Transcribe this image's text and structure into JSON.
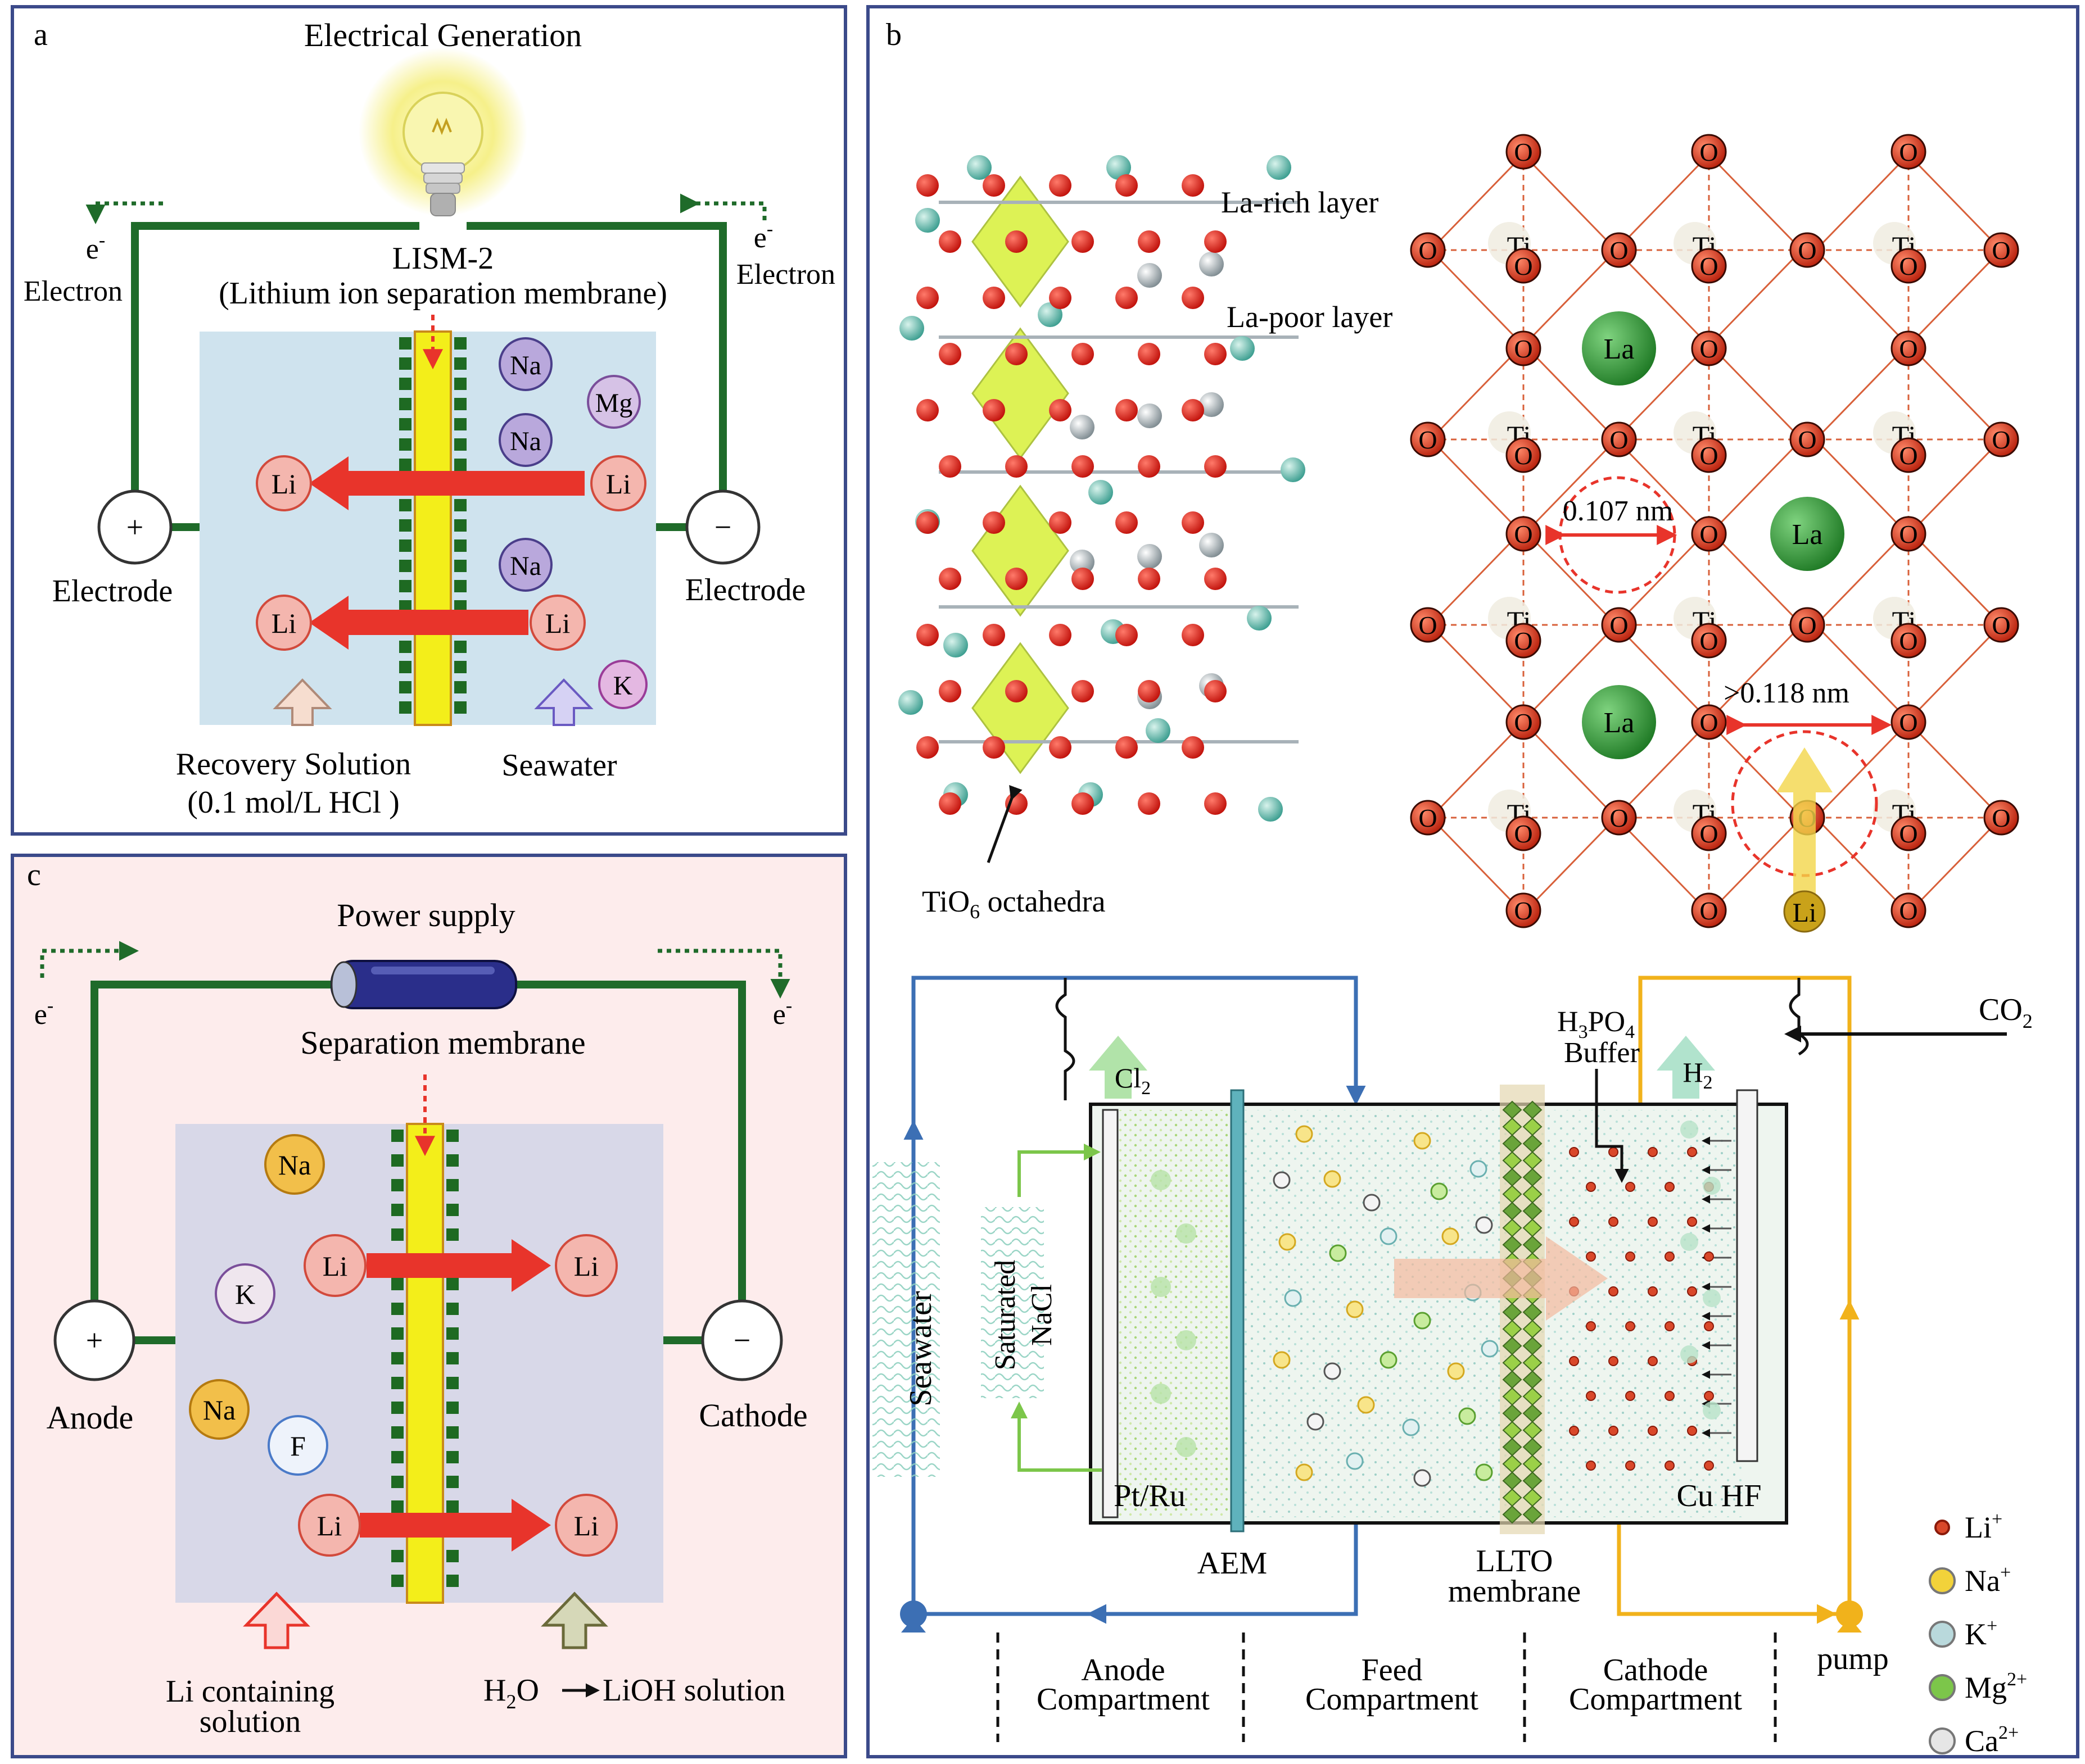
{
  "colors": {
    "frame": "#3b4a8a",
    "panel_c_bg": "#fdecec",
    "chamber": "#cfe3ee",
    "chamber_c": "#d8d8e8",
    "wire": "#1f6b2a",
    "membrane": "#f3ee1a",
    "membrane_studs": "#1e6a22",
    "arrow_red": "#e8342b",
    "li_ion": "#f4b6ae",
    "na_ion_a": "#b9a8dc",
    "na_ion_c": "#f2bf4a",
    "oxygen": "#d8381f",
    "lanthanum": "#2f9a35",
    "titanium": "#e8e4d2",
    "loop_blue": "#3c6fb4",
    "loop_yellow": "#f1b21b",
    "octahedra": "#d8f038"
  },
  "panel_a": {
    "letter": "a",
    "title": "Electrical Generation",
    "membrane_name": "LISM-2",
    "membrane_desc": "(Lithium ion separation membrane)",
    "electron_sym": "e",
    "electron_sup": "-",
    "electron_word": "Electron",
    "electrode": "Electrode",
    "plus": "+",
    "minus": "−",
    "ions": {
      "li": "Li",
      "na": "Na",
      "mg": "Mg",
      "k": "K"
    },
    "recovery_label": "Recovery Solution",
    "recovery_conc": "(0.1 mol/L HCl )",
    "seawater": "Seawater"
  },
  "panel_b": {
    "letter": "b",
    "la_rich": "La-rich layer",
    "la_poor": "La-poor layer",
    "tio6_main": "TiO",
    "tio6_sub": "6",
    "tio6_rest": " octahedra",
    "o": "O",
    "ti": "Ti",
    "la": "La",
    "li": "Li",
    "dist1": "0.107 nm",
    "dist2": ">0.118 nm",
    "co2_main": "CO",
    "co2_sub": "2",
    "h3po4_a": "H",
    "h3po4_b": "3",
    "h3po4_c": "PO",
    "h3po4_d": "4",
    "buffer": "Buffer",
    "cl2_main": "Cl",
    "cl2_sub": "2",
    "h2_main": "H",
    "h2_sub": "2",
    "seawater": "Seawater",
    "saturated": "Saturated",
    "nacl": "NaCl",
    "ptru": "Pt/Ru",
    "cuhf": "Cu HF",
    "aem": "AEM",
    "llto": "LLTO",
    "llto_membrane": "membrane",
    "pump": "pump",
    "anode": "Anode",
    "feed": "Feed",
    "cathode": "Cathode",
    "compartment": "Compartment",
    "legend": [
      {
        "ion": "Li",
        "sup": "+",
        "color": "#d9482a"
      },
      {
        "ion": "Na",
        "sup": "+",
        "color": "#f2d23a"
      },
      {
        "ion": "K",
        "sup": "+",
        "color": "#b9d9dc"
      },
      {
        "ion": "Mg",
        "sup": "2+",
        "color": "#7cc64a"
      },
      {
        "ion": "Ca",
        "sup": "2+",
        "color": "#e6e6e6"
      }
    ]
  },
  "panel_c": {
    "letter": "c",
    "title": "Power supply",
    "membrane": "Separation membrane",
    "electron_sym": "e",
    "electron_sup": "-",
    "anode": "Anode",
    "cathode": "Cathode",
    "plus": "+",
    "minus": "−",
    "ions": {
      "li": "Li",
      "na": "Na",
      "k": "K",
      "f": "F"
    },
    "li_solution_1": "Li containing",
    "li_solution_2": "solution",
    "product_1": "H",
    "product_sub": "2",
    "product_2": "O",
    "product_3": "LiOH solution"
  }
}
